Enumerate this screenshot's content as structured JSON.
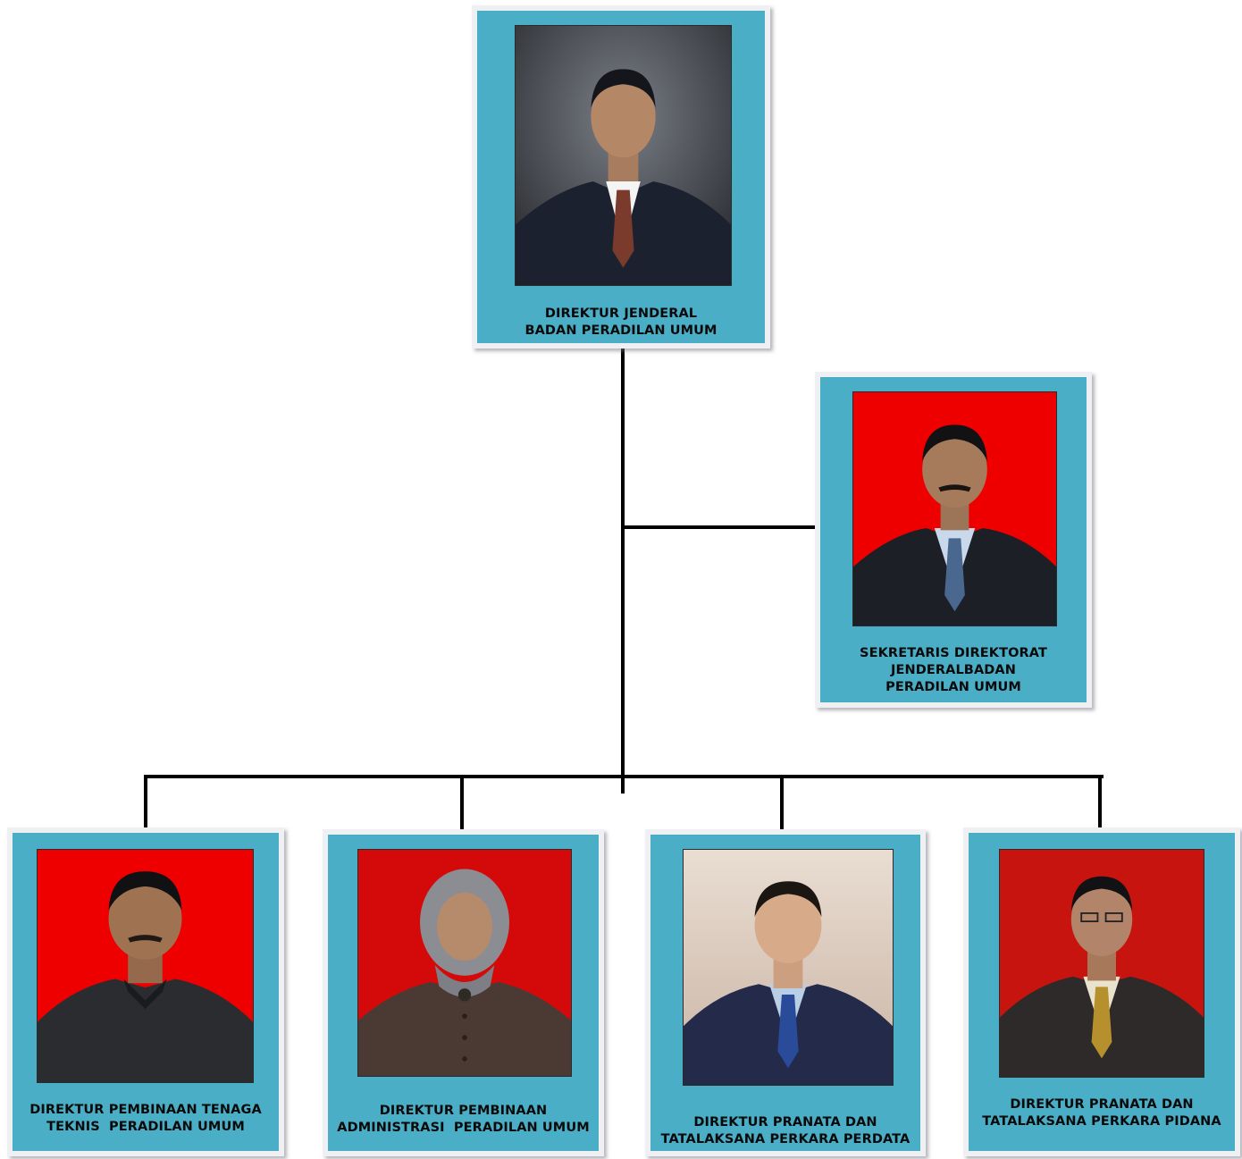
{
  "colors": {
    "card_fill": "#4aaec6",
    "card_border": "#eef0f3",
    "connector": "#000000",
    "red_backdrop": "#ee0000"
  },
  "nodes": {
    "director_general": {
      "photo_icon": "portrait-photo",
      "title_lines": [
        "DIREKTUR JENDERAL",
        "BADAN PERADILAN UMUM"
      ]
    },
    "secretary": {
      "photo_icon": "portrait-photo",
      "title_lines": [
        "SEKRETARIS DIREKTORAT",
        "JENDERALBADAN",
        "PERADILAN UMUM"
      ]
    },
    "dir_technical": {
      "photo_icon": "portrait-photo",
      "title_lines": [
        "DIREKTUR PEMBINAAN TENAGA",
        "TEKNIS  PERADILAN UMUM"
      ]
    },
    "dir_admin": {
      "photo_icon": "portrait-photo",
      "title_lines": [
        "DIREKTUR PEMBINAAN",
        "ADMINISTRASI  PERADILAN UMUM"
      ]
    },
    "dir_civil": {
      "photo_icon": "portrait-photo",
      "title_lines": [
        "DIREKTUR PRANATA DAN",
        "TATALAKSANA PERKARA PERDATA"
      ]
    },
    "dir_criminal": {
      "photo_icon": "portrait-photo",
      "title_lines": [
        "DIREKTUR PRANATA DAN",
        "TATALAKSANA PERKARA PIDANA"
      ]
    }
  }
}
